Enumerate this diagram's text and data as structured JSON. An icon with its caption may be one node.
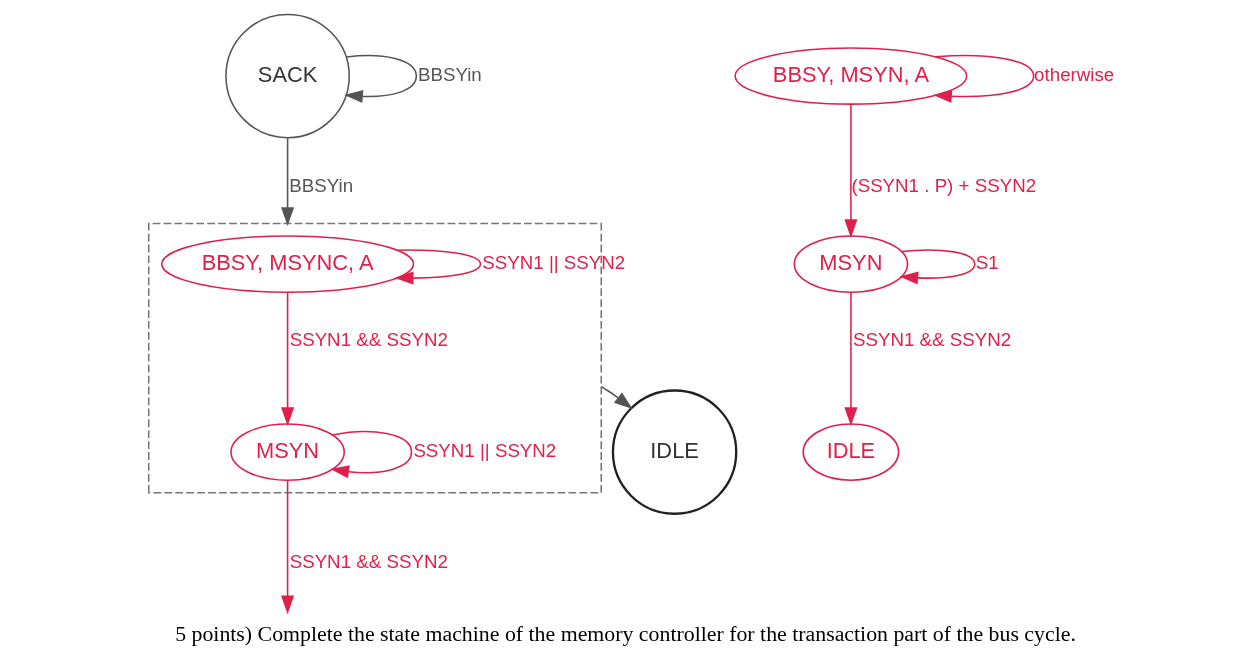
{
  "diagram": {
    "caption": "5 points) Complete the state machine of the memory controller for the transaction part of the bus cycle.",
    "nodes": [
      {
        "text": [],
        "shape": "box"
      },
      {
        "text": [
          "SACK"
        ]
      },
      {
        "text": [
          "IDLE"
        ]
      },
      {
        "text": [
          "BBSY, MSYNC, A"
        ],
        "in": 0
      },
      {
        "text": [
          "MSYN"
        ],
        "in": 0
      },
      {
        "text": [
          "BBSY, MSYN, A"
        ]
      },
      {
        "text": [
          "MSYN"
        ]
      },
      {
        "text": [
          "IDLE"
        ]
      }
    ],
    "edges": [
      {
        "from": 1,
        "to": 1,
        "arrow": "to",
        "label": "BBSYin",
        "color": "#555555"
      },
      {
        "from": 1,
        "to": 0,
        "arrow": "to",
        "label": "BBSYin",
        "color": "#555555"
      },
      {
        "from": 3,
        "to": 3,
        "arrow": "to",
        "label": "SSYN1 || SSYN2"
      },
      {
        "from": 3,
        "to": 4,
        "arrow": "to",
        "label": "SSYN1 && SSYN2"
      },
      {
        "from": 4,
        "to": 4,
        "arrow": "to",
        "label": "SSYN1 || SSYN2"
      },
      {
        "from": 4,
        "to": null,
        "arrow": "to",
        "label": "SSYN1 && SSYN2"
      },
      {
        "from": 0,
        "to": 2,
        "arrow": "to",
        "color": "#555555"
      },
      {
        "from": 5,
        "to": 5,
        "arrow": "to",
        "label": "otherwise"
      },
      {
        "from": 5,
        "to": 6,
        "arrow": "to",
        "label": "(SSYN1 . P) + SSYN2"
      },
      {
        "from": 6,
        "to": 6,
        "arrow": "to",
        "label": "S1"
      },
      {
        "from": 6,
        "to": 7,
        "arrow": "to",
        "label": "SSYN1 && SSYN2"
      }
    ]
  }
}
